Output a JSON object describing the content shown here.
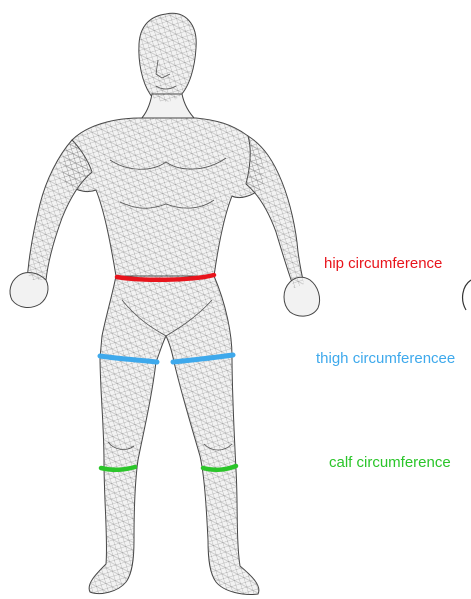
{
  "labels": {
    "hip": "hip circumference",
    "thigh": "thigh circumferencee",
    "calf": "calf circumference"
  },
  "colors": {
    "hip": "#e8141c",
    "thigh": "#3ea9ec",
    "calf": "#2bc52a",
    "mesh_fill": "#f1f1f1",
    "mesh_line": "#555555"
  }
}
